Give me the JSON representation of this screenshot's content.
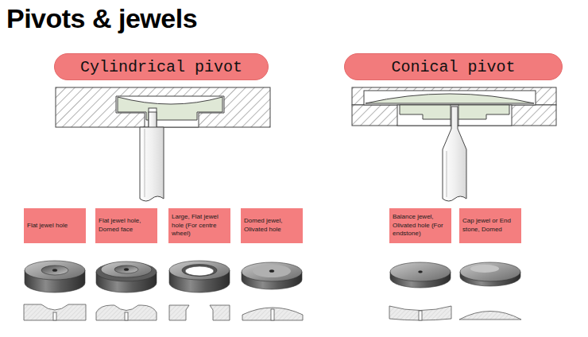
{
  "diagram": {
    "title": "Pivots & jewels",
    "nodes": [
      {
        "text": [
          "Cylindrical pivot"
        ]
      },
      {
        "text": [
          "Conical pivot"
        ]
      },
      {
        "text": [
          "Flat jewel hole"
        ]
      },
      {
        "text": [
          "Flat jewel hole, Domed face"
        ]
      },
      {
        "text": [
          "Large, Flat jewel hole (For centre wheel)"
        ]
      },
      {
        "text": [
          "Domed jewel, Olivated hole"
        ]
      },
      {
        "text": [
          "Balance jewel, Olivated hole (For endstone)"
        ]
      },
      {
        "text": [
          "Cap jewel or End stone, Domed"
        ]
      }
    ]
  }
}
